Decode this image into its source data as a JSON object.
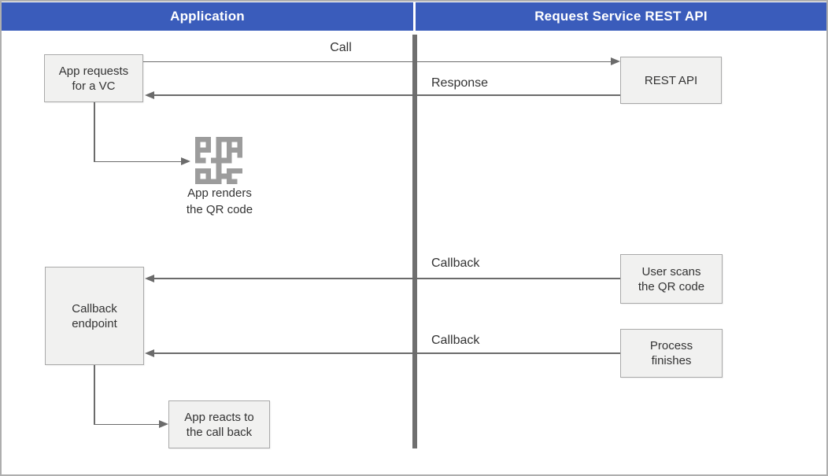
{
  "diagram": {
    "headers": {
      "left": "Application",
      "right": "Request Service REST API"
    },
    "nodes": {
      "app_requests": {
        "lines": [
          "App requests",
          "for a VC"
        ]
      },
      "rest_api": {
        "lines": [
          "REST API"
        ]
      },
      "callback_endpoint": {
        "lines": [
          "Callback",
          "endpoint"
        ]
      },
      "user_scans": {
        "lines": [
          "User scans",
          "the QR code"
        ]
      },
      "process_finishes": {
        "lines": [
          "Process",
          "finishes"
        ]
      },
      "app_reacts": {
        "lines": [
          "App reacts to",
          "the call back"
        ]
      }
    },
    "messages": {
      "call": "Call",
      "response": "Response",
      "callback_1": "Callback",
      "callback_2": "Callback"
    },
    "qr": {
      "caption_line1": "App renders",
      "caption_line2": "the QR code",
      "icon": "qr-code-icon"
    },
    "colors": {
      "header_bg": "#3A5CBB",
      "header_text": "#FFFFFF",
      "box_fill": "#F1F1F0",
      "box_border": "#A9A9A9",
      "connector": "#6B6B6B",
      "lifeline": "#6F6F6F",
      "qr_icon": "#9C9C9C",
      "text": "#333333"
    }
  }
}
